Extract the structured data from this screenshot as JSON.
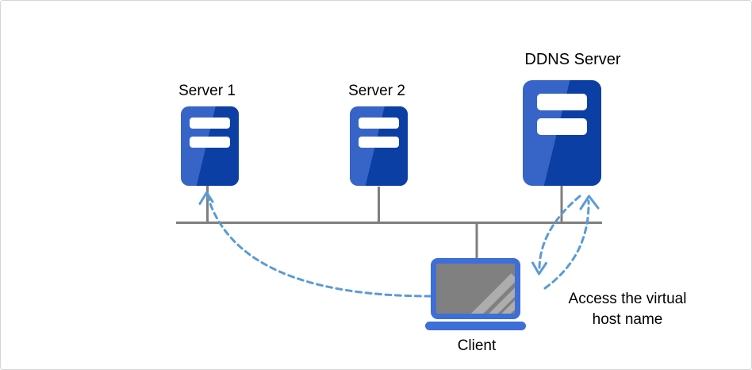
{
  "nodes": {
    "server1": {
      "label": "Server 1",
      "icon": "server-icon"
    },
    "server2": {
      "label": "Server 2",
      "icon": "server-icon"
    },
    "ddns": {
      "label": "DDNS Server",
      "icon": "server-icon"
    },
    "client": {
      "label": "Client",
      "icon": "laptop-icon"
    }
  },
  "annotation": {
    "line1": "Access the virtual",
    "line2": "host name"
  },
  "connections": {
    "bus": "ethernet-bus-line",
    "arrows": [
      {
        "name": "client-to-server1",
        "style": "dashed-curve",
        "from": "Client",
        "to": "Server 1"
      },
      {
        "name": "ddns-to-client",
        "style": "dashed-curve",
        "from": "DDNS Server",
        "to": "Client"
      },
      {
        "name": "client-to-ddns",
        "style": "dashed-curve",
        "from": "Client",
        "to": "DDNS Server"
      }
    ]
  },
  "colors": {
    "server_blue_light": "#3765C7",
    "server_blue_dark": "#0C3FA4",
    "laptop_blue": "#3E6ED7",
    "arrow_blue": "#5B9BD5",
    "line_gray": "#7F7F7F",
    "screen_gray": "#808080",
    "screen_stripe_gray": "#ADADAD",
    "background": "#FFFFFF",
    "page_border": "#D5D5D5"
  }
}
